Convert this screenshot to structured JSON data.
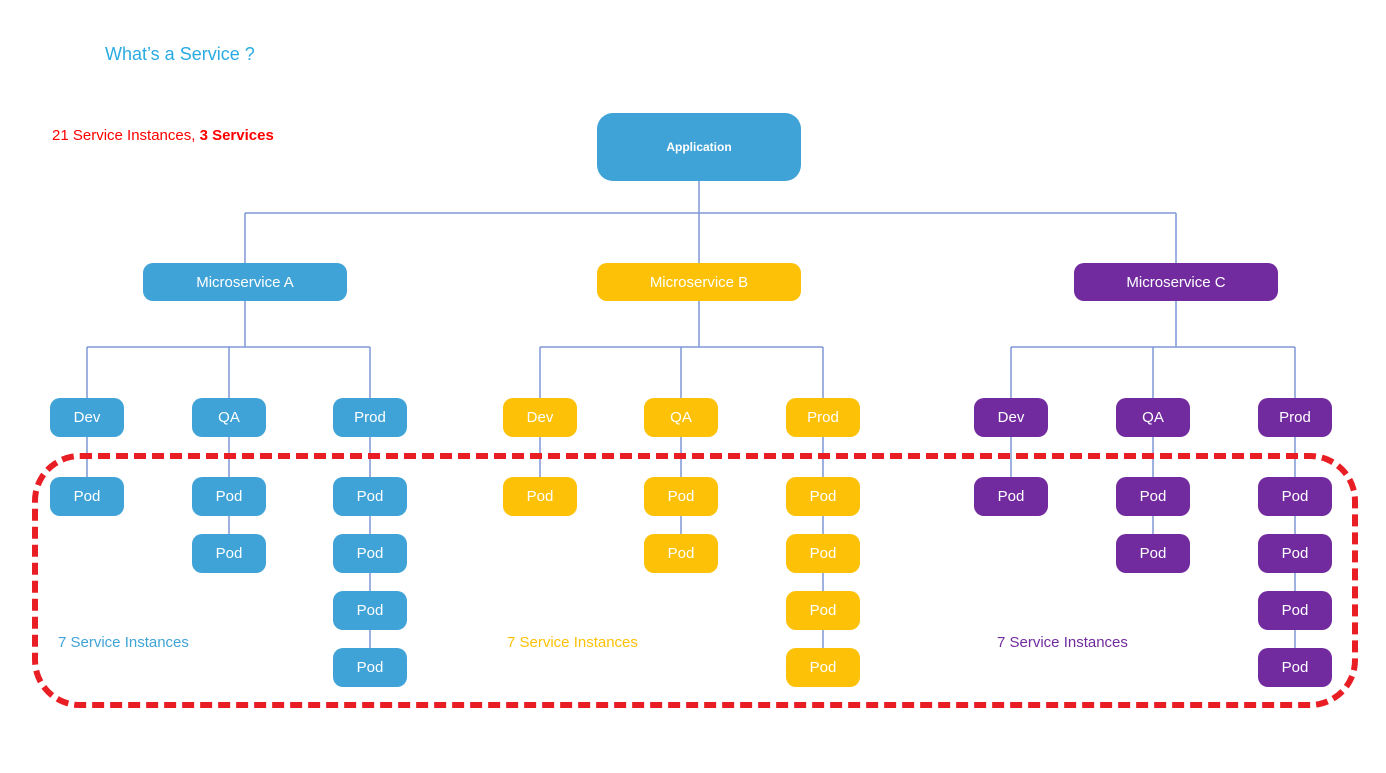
{
  "title": "What’s a Service ?",
  "summary": {
    "prefix": "21 Service Instances, ",
    "bold": "3 Services"
  },
  "colors": {
    "blue": "#3FA3D7",
    "yellow": "#FDC107",
    "purple": "#722B9E",
    "red": "#E91E25",
    "redtext": "#FF0000",
    "titleblue": "#29ABE2",
    "line": "#7E97D6"
  },
  "diagram": {
    "root_label": "Application",
    "pod_label": "Pod",
    "groups": [
      {
        "name": "Microservice A",
        "color": "blue",
        "count_label": "7 Service Instances",
        "environments": [
          {
            "label": "Dev",
            "pod_count": 1
          },
          {
            "label": "QA",
            "pod_count": 2
          },
          {
            "label": "Prod",
            "pod_count": 4
          }
        ]
      },
      {
        "name": "Microservice B",
        "color": "yellow",
        "count_label": "7 Service Instances",
        "environments": [
          {
            "label": "Dev",
            "pod_count": 1
          },
          {
            "label": "QA",
            "pod_count": 2
          },
          {
            "label": "Prod",
            "pod_count": 4
          }
        ]
      },
      {
        "name": "Microservice C",
        "color": "purple",
        "count_label": "7 Service Instances",
        "environments": [
          {
            "label": "Dev",
            "pod_count": 1
          },
          {
            "label": "QA",
            "pod_count": 2
          },
          {
            "label": "Prod",
            "pod_count": 4
          }
        ]
      }
    ]
  }
}
